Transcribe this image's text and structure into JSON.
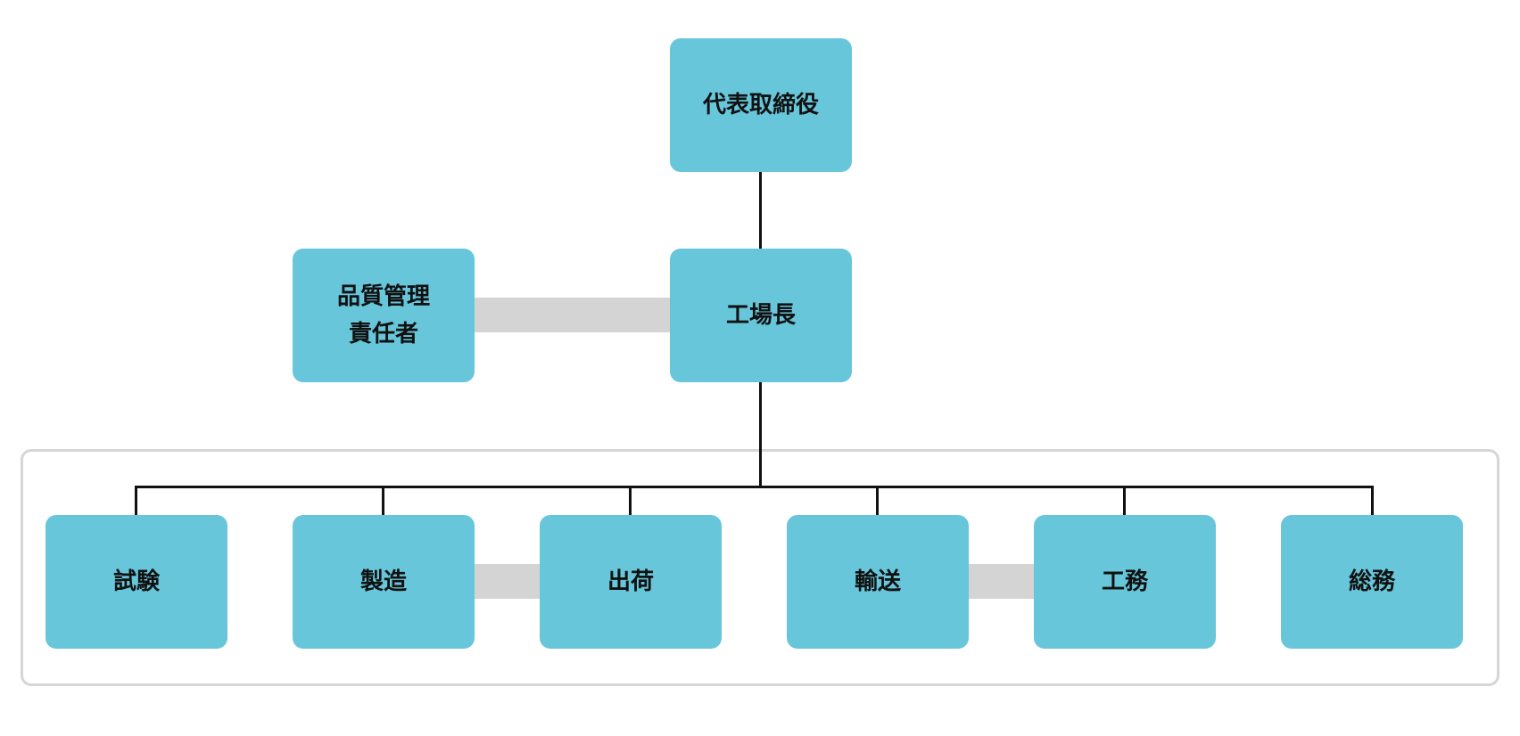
{
  "diagram": {
    "ceo": "代表取締役",
    "plant_manager": "工場長",
    "quality_manager_line1": "品質管理",
    "quality_manager_line2": "責任者",
    "departments": [
      "試験",
      "製造",
      "出荷",
      "輸送",
      "工務",
      "総務"
    ]
  },
  "colors": {
    "node_fill": "#67c6da",
    "connector_line": "#111111",
    "liaison_band": "#d4d4d4",
    "group_frame": "#d6d6d6"
  }
}
